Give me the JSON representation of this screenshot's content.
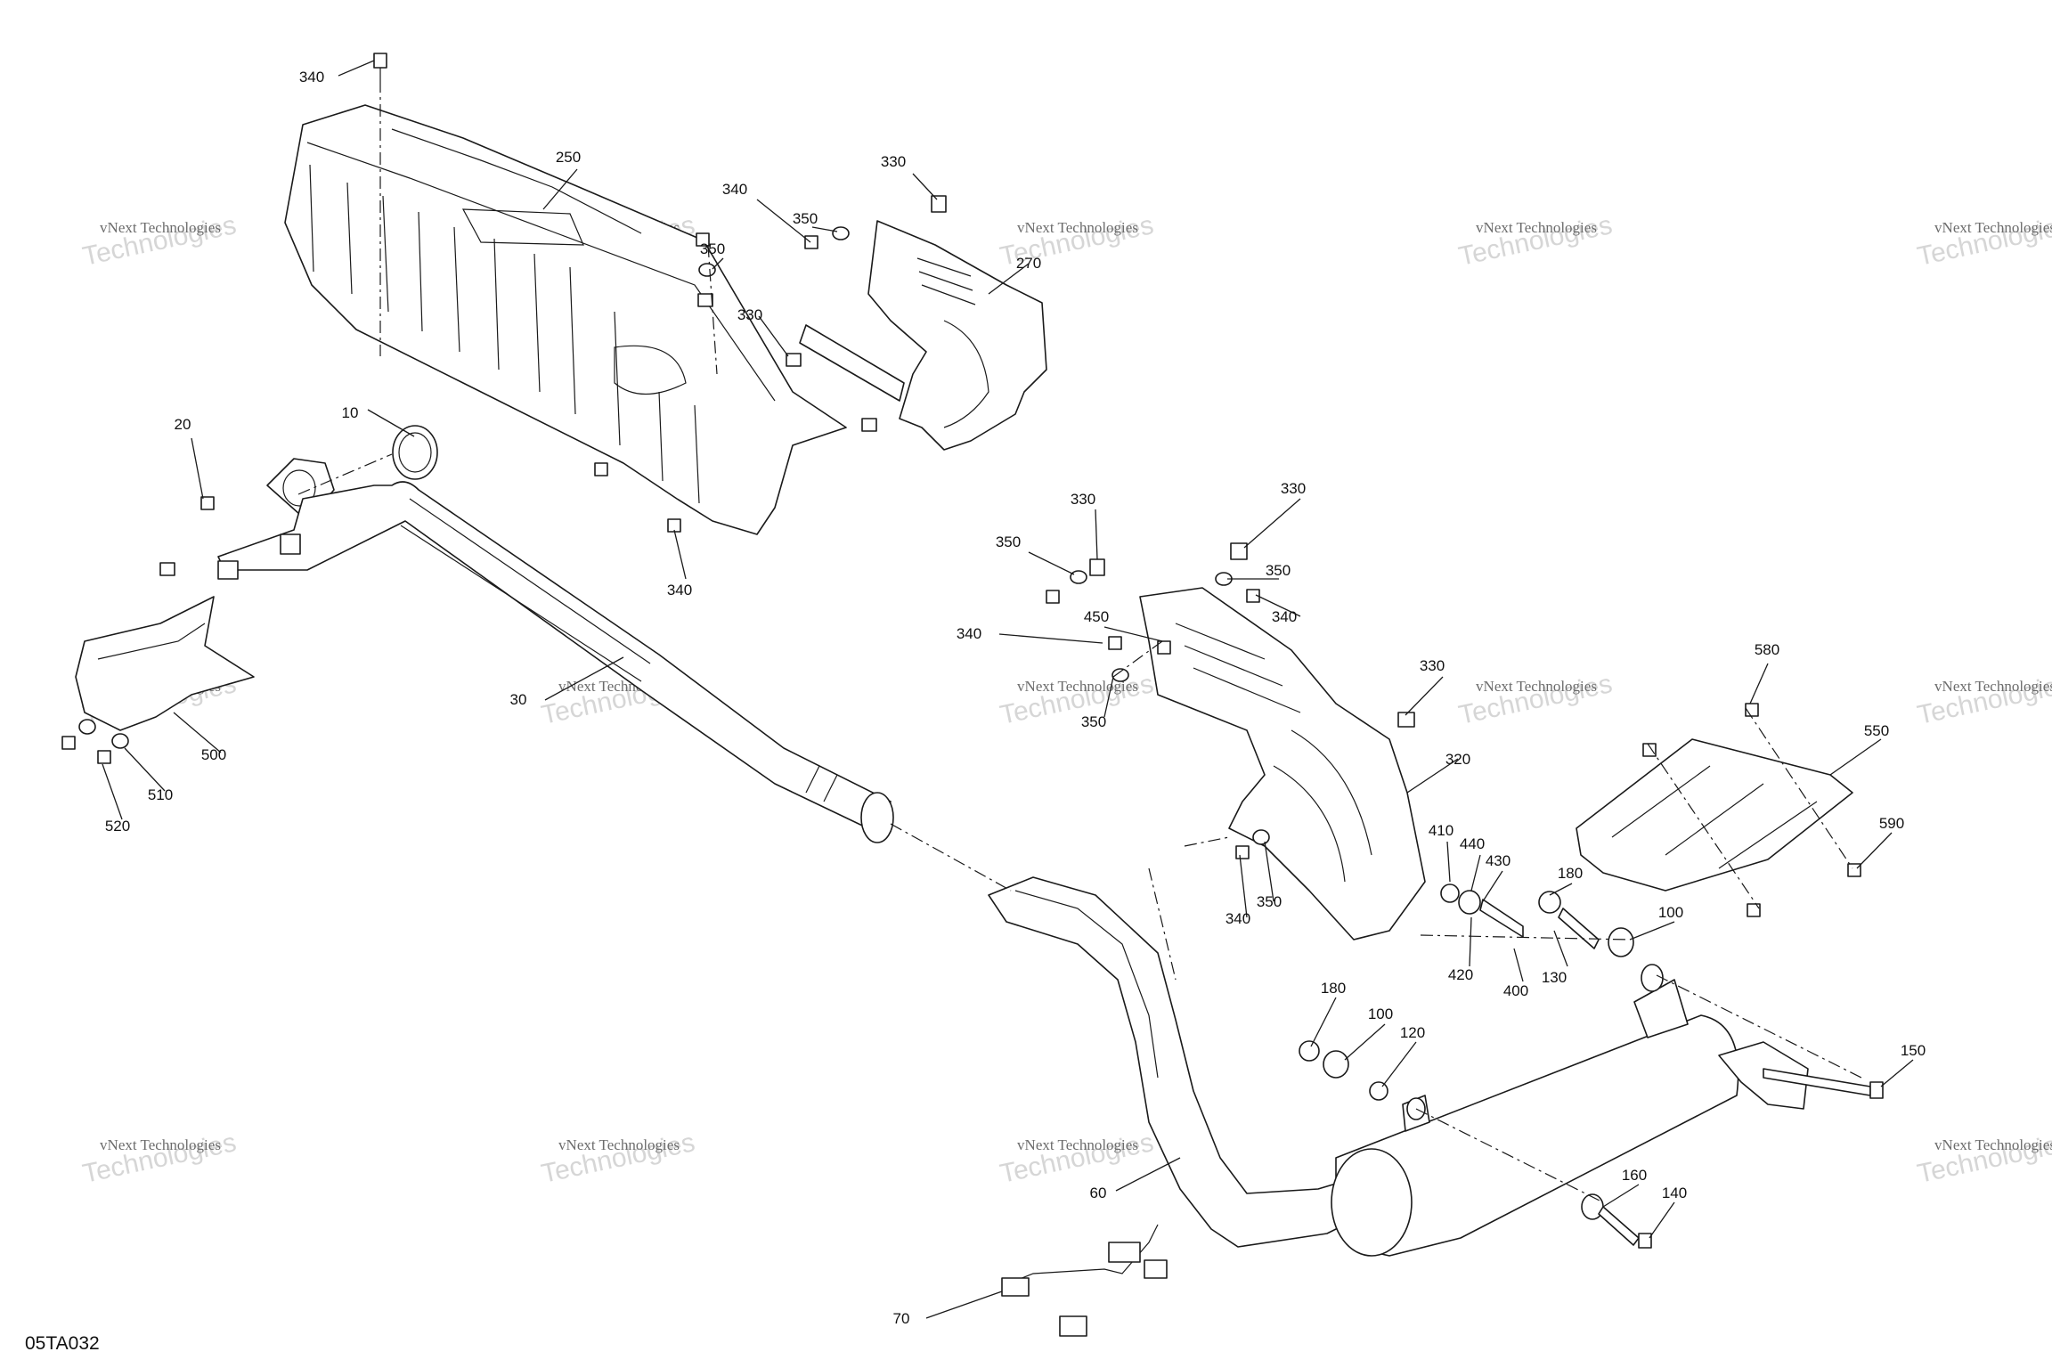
{
  "figure_code": "05TA032",
  "watermark": {
    "line1": "vNext Technologies",
    "line2": "Technologies"
  },
  "callouts": [
    "10",
    "20",
    "30",
    "60",
    "70",
    "100",
    "100",
    "120",
    "130",
    "140",
    "150",
    "160",
    "180",
    "180",
    "250",
    "270",
    "320",
    "330",
    "330",
    "330",
    "330",
    "330",
    "340",
    "340",
    "340",
    "340",
    "340",
    "340",
    "350",
    "350",
    "350",
    "350",
    "350",
    "350",
    "400",
    "410",
    "420",
    "430",
    "440",
    "450",
    "500",
    "510",
    "520",
    "550",
    "580",
    "590"
  ]
}
